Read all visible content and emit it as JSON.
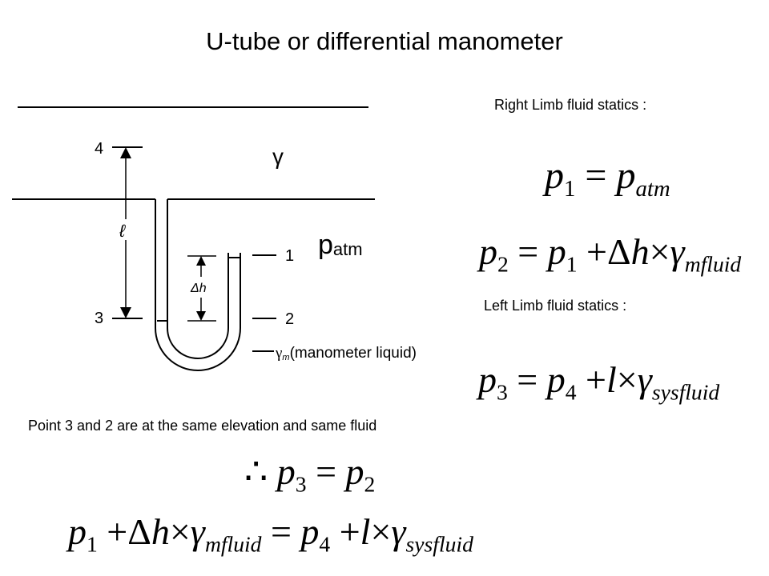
{
  "title": "U-tube or differential manometer",
  "right_limb_heading": "Right Limb fluid statics :",
  "left_limb_heading": "Left Limb fluid statics :",
  "note": "Point 3 and 2 are at the same elevation and same fluid",
  "diagram": {
    "point_4": "4",
    "point_3": "3",
    "point_1": "1",
    "point_2": "2",
    "length_symbol": "ℓ",
    "gamma_symbol": "γ",
    "patm_base": "p",
    "patm_sub": "atm",
    "dh_label": "Δh",
    "gamma_m_base": "γ",
    "gamma_m_sub": "m",
    "manometer_liquid": "(manometer liquid)"
  },
  "eq1": {
    "lhs_var": "p",
    "lhs_sub": "1",
    "eq": "=",
    "rhs_var": "p",
    "rhs_sub": "atm"
  },
  "eq2": {
    "lhs_var": "p",
    "lhs_sub": "2",
    "eq": "=",
    "p_var": "p",
    "p_sub": "1",
    "plus": "+",
    "delta": "Δ",
    "h": "h",
    "times": "×",
    "gamma": "γ",
    "gamma_sub": "mfluid"
  },
  "eq3": {
    "lhs_var": "p",
    "lhs_sub": "3",
    "eq": "=",
    "p_var": "p",
    "p_sub": "4",
    "plus": "+",
    "l": "l",
    "times": "×",
    "gamma": "γ",
    "gamma_sub": "sysfluid"
  },
  "eq4": {
    "therefore": "∴",
    "lhs_var": "p",
    "lhs_sub": "3",
    "eq": "=",
    "rhs_var": "p",
    "rhs_sub": "2"
  },
  "eq5": {
    "p_a": "p",
    "p_a_sub": "1",
    "plus_a": "+",
    "delta": "Δ",
    "h": "h",
    "times_a": "×",
    "gamma_a": "γ",
    "gamma_a_sub": "mfluid",
    "eq": "=",
    "p_b": "p",
    "p_b_sub": "4",
    "plus_b": "+",
    "l": "l",
    "times_b": "×",
    "gamma_b": "γ",
    "gamma_b_sub": "sysfluid"
  }
}
